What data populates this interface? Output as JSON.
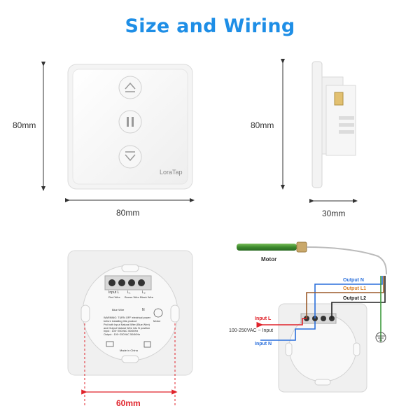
{
  "title": "Size and Wiring",
  "front_view": {
    "height_label": "80mm",
    "width_label": "80mm",
    "brand": "LoraTap"
  },
  "side_view": {
    "height_label": "80mm",
    "depth_label": "30mm"
  },
  "back_view": {
    "terminal_labels": [
      "L",
      "L₁",
      "N",
      "L₂"
    ],
    "input_l": "Input L",
    "red_wire": "Red Wire",
    "l1": "L₁",
    "brown_wire": "Brown Wire",
    "black_wire": "Black Wire",
    "l2": "L₂",
    "blue_wire": "Blue Wire",
    "n_label": "N",
    "motor_small": "Motor",
    "warning": "WARNING: TURN OFF electrical power before installing this product",
    "note_lines": [
      "Put both Input Natural Wire (Blue Wire)",
      "and Output Natural Wire into N position",
      "Input : 100~250VAC 50/60Hz",
      "Output : 100~250VAC 50/60Hz"
    ],
    "made_in": "Made in China",
    "mounting_label": "60mm"
  },
  "wiring": {
    "motor": "Motor",
    "output_n": "Output N",
    "output_l1": "Output L1",
    "output_l2": "Output L2",
    "input_l": "Input L",
    "input_main": "100-250VAC ~ Input",
    "input_n": "Input N"
  },
  "colors": {
    "accent": "#1e8ee6",
    "red": "#e0232b",
    "blue": "#2a6fdb",
    "brown": "#9b5a2a",
    "black": "#222222",
    "orange_label": "#d9822b",
    "green": "#3d9b3d"
  }
}
